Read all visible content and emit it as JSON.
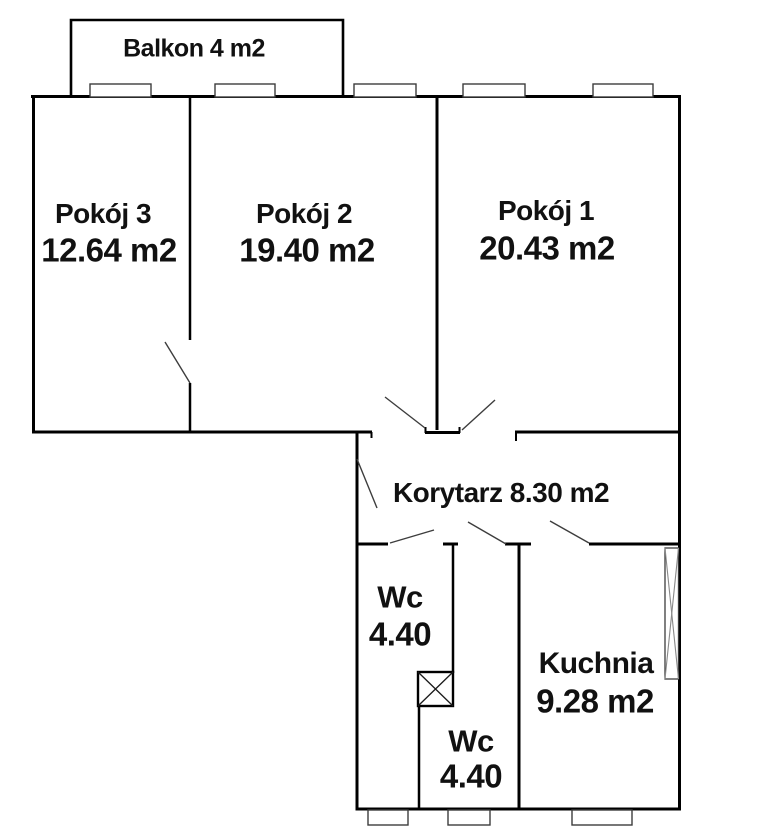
{
  "document": {
    "type": "apartment-floor-plan",
    "language": "pl",
    "total_rooms_labeled": 8
  },
  "rooms": {
    "balkon": {
      "label": "Balkon 4 m2"
    },
    "pokoj3": {
      "name": "Pokój 3",
      "area": "12.64 m2"
    },
    "pokoj2": {
      "name": "Pokój 2",
      "area": "19.40 m2"
    },
    "pokoj1": {
      "name": "Pokój 1",
      "area": "20.43 m2"
    },
    "korytarz": {
      "label": "Korytarz 8.30 m2"
    },
    "wc_top": {
      "name": "Wc",
      "area": "4.40"
    },
    "wc_bottom": {
      "name": "Wc",
      "area": "4.40"
    },
    "kuchnia": {
      "name": "Kuchnia",
      "area": "9.28 m2"
    }
  },
  "symbols": {
    "window": "thin rectangle on wall",
    "door": "diagonal leaf line",
    "shaft": "square with X",
    "side_window": "tall rectangle with X"
  },
  "colors": {
    "background": "#ffffff",
    "wall": "#000000",
    "thin_line": "#3d3d3d",
    "text": "#111111"
  }
}
